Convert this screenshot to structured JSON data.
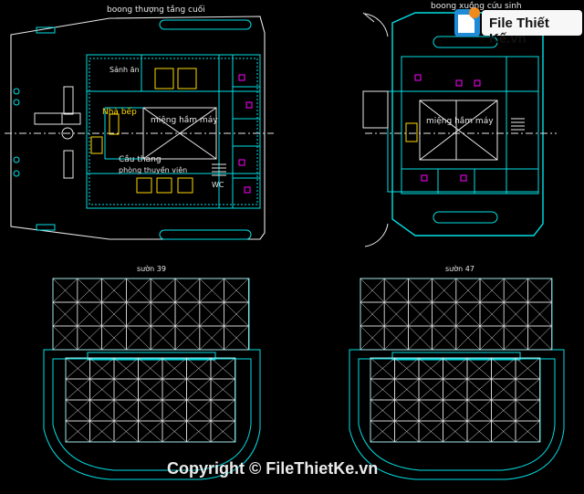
{
  "colors": {
    "background": "#000000",
    "structure": "#00e0e6",
    "text": "#e8e8e8",
    "highlight_yellow": "#ffd800",
    "highlight_magenta": "#ff00ff",
    "logo_orange": "#f08a1c",
    "logo_blue": "#1f8ad6"
  },
  "views": {
    "deck_left_title": "boong thượng tầng cuối",
    "deck_right_title": "boong xuồng cứu sinh",
    "section_left_title": "sườn 39",
    "section_right_title": "sườn 47"
  },
  "rooms_left": {
    "kitchen": "Nhà bếp",
    "engine_opening": "miệng hầm máy",
    "stair": "Cầu thang",
    "crew_room": "phòng thuyền viên",
    "wc": "WC",
    "mess": "Sảnh ăn"
  },
  "rooms_right": {
    "engine_opening": "miệng hầm máy"
  },
  "watermark": {
    "text": "Copyright © FileThietKe.vn"
  },
  "logo": {
    "text": "File Thiết Kế.vn",
    "icon": "filethietke-logo-icon"
  }
}
